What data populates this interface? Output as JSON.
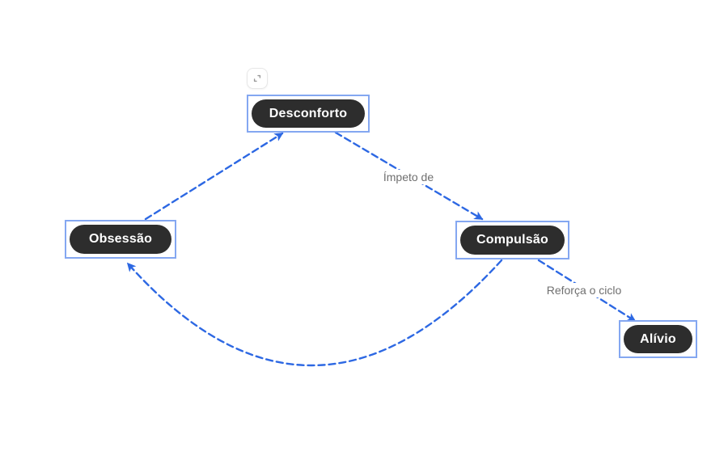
{
  "diagram": {
    "nodes": [
      {
        "id": "desconforto",
        "label": "Desconforto"
      },
      {
        "id": "obsessao",
        "label": "Obsessão"
      },
      {
        "id": "compulsao",
        "label": "Compulsão"
      },
      {
        "id": "alivio",
        "label": "Alívio"
      }
    ],
    "edges": [
      {
        "from": "obsessao",
        "to": "desconforto",
        "label": "",
        "style": "dashed-arrow"
      },
      {
        "from": "desconforto",
        "to": "compulsao",
        "label": "Ímpeto de",
        "style": "dashed-arrow"
      },
      {
        "from": "compulsao",
        "to": "alivio",
        "label": "Reforça o ciclo",
        "style": "dashed-arrow"
      },
      {
        "from": "compulsao",
        "to": "obsessao",
        "label": "",
        "style": "dashed-arrow-curved"
      }
    ],
    "controls": {
      "expand_icon": "expand-diagonal-icon"
    },
    "colors": {
      "canvas_bg": "#ffffff",
      "node_fill": "#2d2d2d",
      "node_text": "#ffffff",
      "selection_border": "#84a7f1",
      "edge": "#2d68e3",
      "edge_label": "#6f6f6f"
    }
  }
}
